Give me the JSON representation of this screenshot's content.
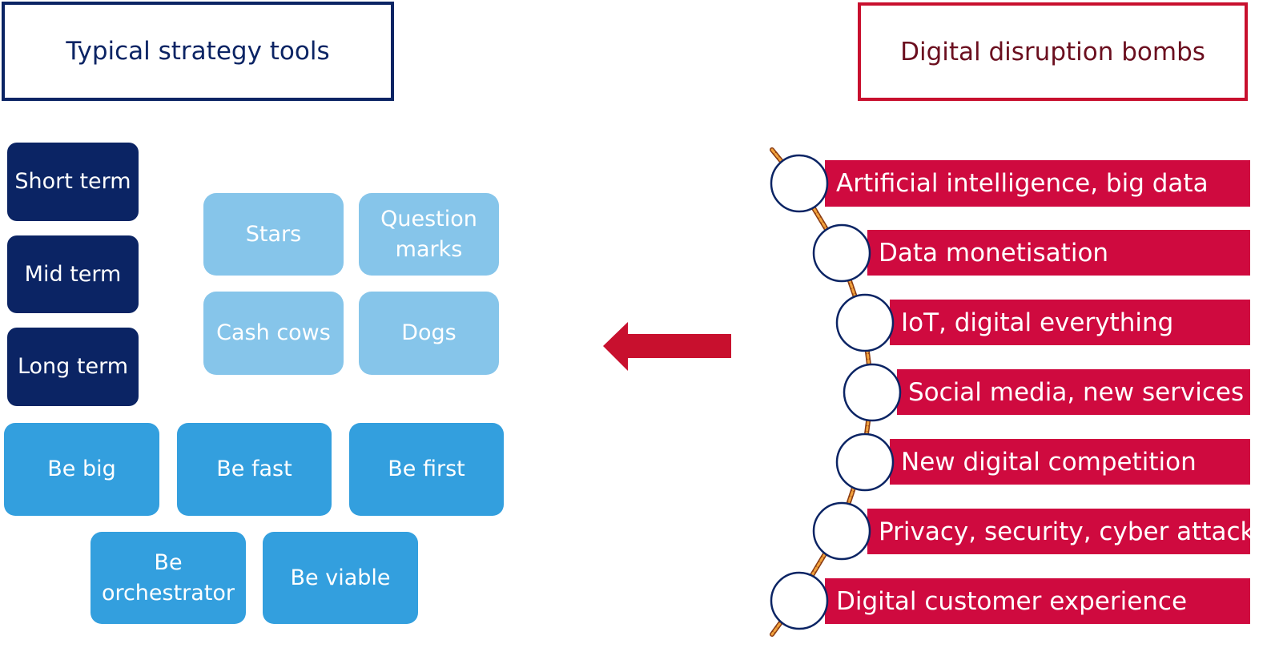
{
  "headers": {
    "left": "Typical strategy tools",
    "right": "Digital disruption bombs"
  },
  "time_horizons": [
    "Short term",
    "Mid term",
    "Long term"
  ],
  "bcg_matrix": [
    "Stars",
    "Question marks",
    "Cash cows",
    "Dogs"
  ],
  "be_strategies": {
    "row1": [
      "Be big",
      "Be fast",
      "Be first"
    ],
    "row2": [
      "Be orchestrator",
      "Be viable"
    ]
  },
  "bombs": [
    "Artificial intelligence, big data",
    "Data monetisation",
    "IoT, digital everything",
    "Social media, new services",
    "New digital competition",
    "Privacy, security, cyber attacks",
    "Digital customer experience"
  ],
  "colors": {
    "navy": "#0b2464",
    "crimson": "#cf0a3f",
    "light_blue": "#86c5ea",
    "mid_blue": "#339fde",
    "fuse": "#e07b2c"
  },
  "icons": {
    "arrow": "left-arrow-icon",
    "fuse": "fuse-rope-icon",
    "bomb": "bomb-circle-icon"
  }
}
